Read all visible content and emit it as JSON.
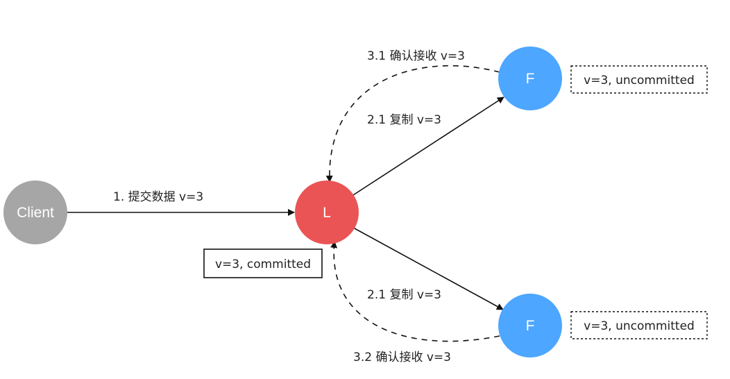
{
  "nodes": {
    "client": {
      "label": "Client",
      "color": "#a6a6a6"
    },
    "leader": {
      "label": "L",
      "color": "#ea5455"
    },
    "follower_top": {
      "label": "F",
      "color": "#4da6ff"
    },
    "follower_bottom": {
      "label": "F",
      "color": "#4da6ff"
    }
  },
  "edges": {
    "submit": "1. 提交数据 v=3",
    "replicate_top": "2.1 复制 v=3",
    "replicate_bottom": "2.1 复制 v=3",
    "ack_top": "3.1 确认接收 v=3",
    "ack_bottom": "3.2 确认接收 v=3"
  },
  "states": {
    "leader": "v=3, committed",
    "follower_top": "v=3, uncommitted",
    "follower_bottom": "v=3, uncommitted"
  }
}
